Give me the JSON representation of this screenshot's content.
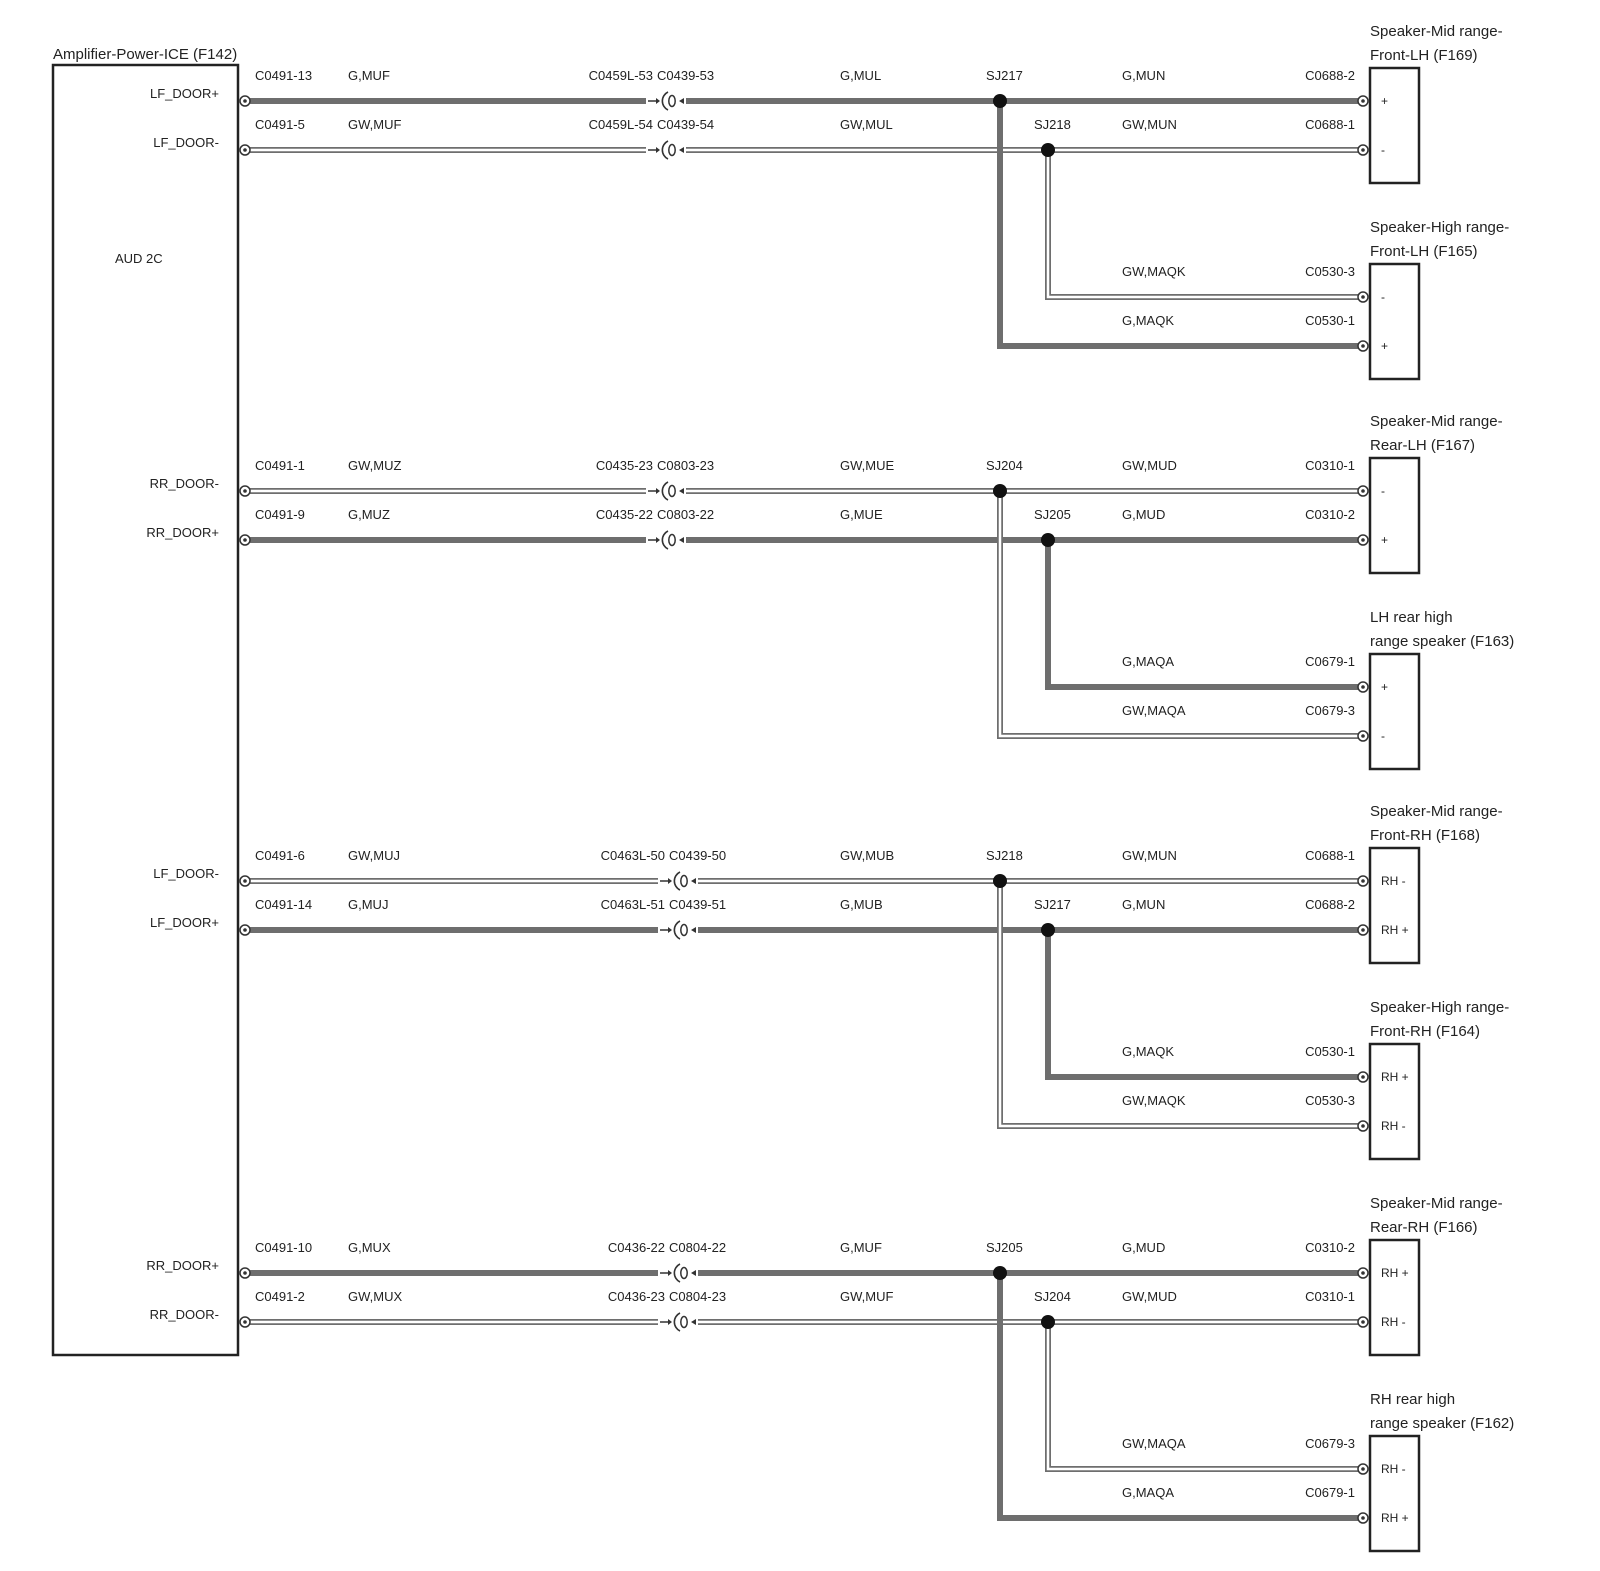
{
  "amplifier": {
    "title": "Amplifier-Power-ICE (F142)",
    "module_label": "AUD 2C",
    "pins": [
      "LF_DOOR+",
      "LF_DOOR-",
      "RR_DOOR-",
      "RR_DOOR+",
      "LF_DOOR-",
      "LF_DOOR+",
      "RR_DOOR+",
      "RR_DOOR-"
    ]
  },
  "speakers": [
    {
      "title_line1": "Speaker-Mid range-",
      "title_line2": "Front-LH (F169)",
      "pins": [
        "+",
        "-"
      ]
    },
    {
      "title_line1": "Speaker-High range-",
      "title_line2": "Front-LH (F165)",
      "pins": [
        "-",
        "+"
      ]
    },
    {
      "title_line1": "Speaker-Mid range-",
      "title_line2": "Rear-LH (F167)",
      "pins": [
        "-",
        "+"
      ]
    },
    {
      "title_line1": "LH rear high",
      "title_line2": "range speaker (F163)",
      "pins": [
        "+",
        "-"
      ]
    },
    {
      "title_line1": "Speaker-Mid range-",
      "title_line2": "Front-RH (F168)",
      "pins": [
        "RH -",
        "RH +"
      ]
    },
    {
      "title_line1": "Speaker-High range-",
      "title_line2": "Front-RH (F164)",
      "pins": [
        "RH +",
        "RH -"
      ]
    },
    {
      "title_line1": "Speaker-Mid range-",
      "title_line2": "Rear-RH (F166)",
      "pins": [
        "RH +",
        "RH -"
      ]
    },
    {
      "title_line1": "RH rear high",
      "title_line2": "range speaker (F162)",
      "pins": [
        "RH -",
        "RH +"
      ]
    }
  ],
  "groups": [
    {
      "wires": [
        {
          "type": "solid",
          "amp_connector": "C0491-13",
          "wire1": "G,MUF",
          "inline_left": "C0459L-53",
          "inline_right": "C0439-53",
          "wire2": "G,MUL",
          "splice": "SJ217",
          "wire3": "G,MUN",
          "spk_connector": "C0688-2"
        },
        {
          "type": "hollow",
          "amp_connector": "C0491-5",
          "wire1": "GW,MUF",
          "inline_left": "C0459L-54",
          "inline_right": "C0439-54",
          "wire2": "GW,MUL",
          "splice": "SJ218",
          "wire3": "GW,MUN",
          "spk_connector": "C0688-1"
        }
      ],
      "branches": [
        {
          "type": "hollow",
          "wire": "GW,MAQK",
          "connector": "C0530-3"
        },
        {
          "type": "solid",
          "wire": "G,MAQK",
          "connector": "C0530-1"
        }
      ]
    },
    {
      "wires": [
        {
          "type": "hollow",
          "amp_connector": "C0491-1",
          "wire1": "GW,MUZ",
          "inline_left": "C0435-23",
          "inline_right": "C0803-23",
          "wire2": "GW,MUE",
          "splice": "SJ204",
          "wire3": "GW,MUD",
          "spk_connector": "C0310-1"
        },
        {
          "type": "solid",
          "amp_connector": "C0491-9",
          "wire1": "G,MUZ",
          "inline_left": "C0435-22",
          "inline_right": "C0803-22",
          "wire2": "G,MUE",
          "splice": "SJ205",
          "wire3": "G,MUD",
          "spk_connector": "C0310-2"
        }
      ],
      "branches": [
        {
          "type": "solid",
          "wire": "G,MAQA",
          "connector": "C0679-1"
        },
        {
          "type": "hollow",
          "wire": "GW,MAQA",
          "connector": "C0679-3"
        }
      ]
    },
    {
      "wires": [
        {
          "type": "hollow",
          "amp_connector": "C0491-6",
          "wire1": "GW,MUJ",
          "inline_left": "C0463L-50",
          "inline_right": "C0439-50",
          "wire2": "GW,MUB",
          "splice": "SJ218",
          "wire3": "GW,MUN",
          "spk_connector": "C0688-1"
        },
        {
          "type": "solid",
          "amp_connector": "C0491-14",
          "wire1": "G,MUJ",
          "inline_left": "C0463L-51",
          "inline_right": "C0439-51",
          "wire2": "G,MUB",
          "splice": "SJ217",
          "wire3": "G,MUN",
          "spk_connector": "C0688-2"
        }
      ],
      "branches": [
        {
          "type": "solid",
          "wire": "G,MAQK",
          "connector": "C0530-1"
        },
        {
          "type": "hollow",
          "wire": "GW,MAQK",
          "connector": "C0530-3"
        }
      ]
    },
    {
      "wires": [
        {
          "type": "solid",
          "amp_connector": "C0491-10",
          "wire1": "G,MUX",
          "inline_left": "C0436-22",
          "inline_right": "C0804-22",
          "wire2": "G,MUF",
          "splice": "SJ205",
          "wire3": "G,MUD",
          "spk_connector": "C0310-2"
        },
        {
          "type": "hollow",
          "amp_connector": "C0491-2",
          "wire1": "GW,MUX",
          "inline_left": "C0436-23",
          "inline_right": "C0804-23",
          "wire2": "GW,MUF",
          "splice": "SJ204",
          "wire3": "GW,MUD",
          "spk_connector": "C0310-1"
        }
      ],
      "branches": [
        {
          "type": "hollow",
          "wire": "GW,MAQA",
          "connector": "C0679-3"
        },
        {
          "type": "solid",
          "wire": "G,MAQA",
          "connector": "C0679-1"
        }
      ]
    }
  ]
}
